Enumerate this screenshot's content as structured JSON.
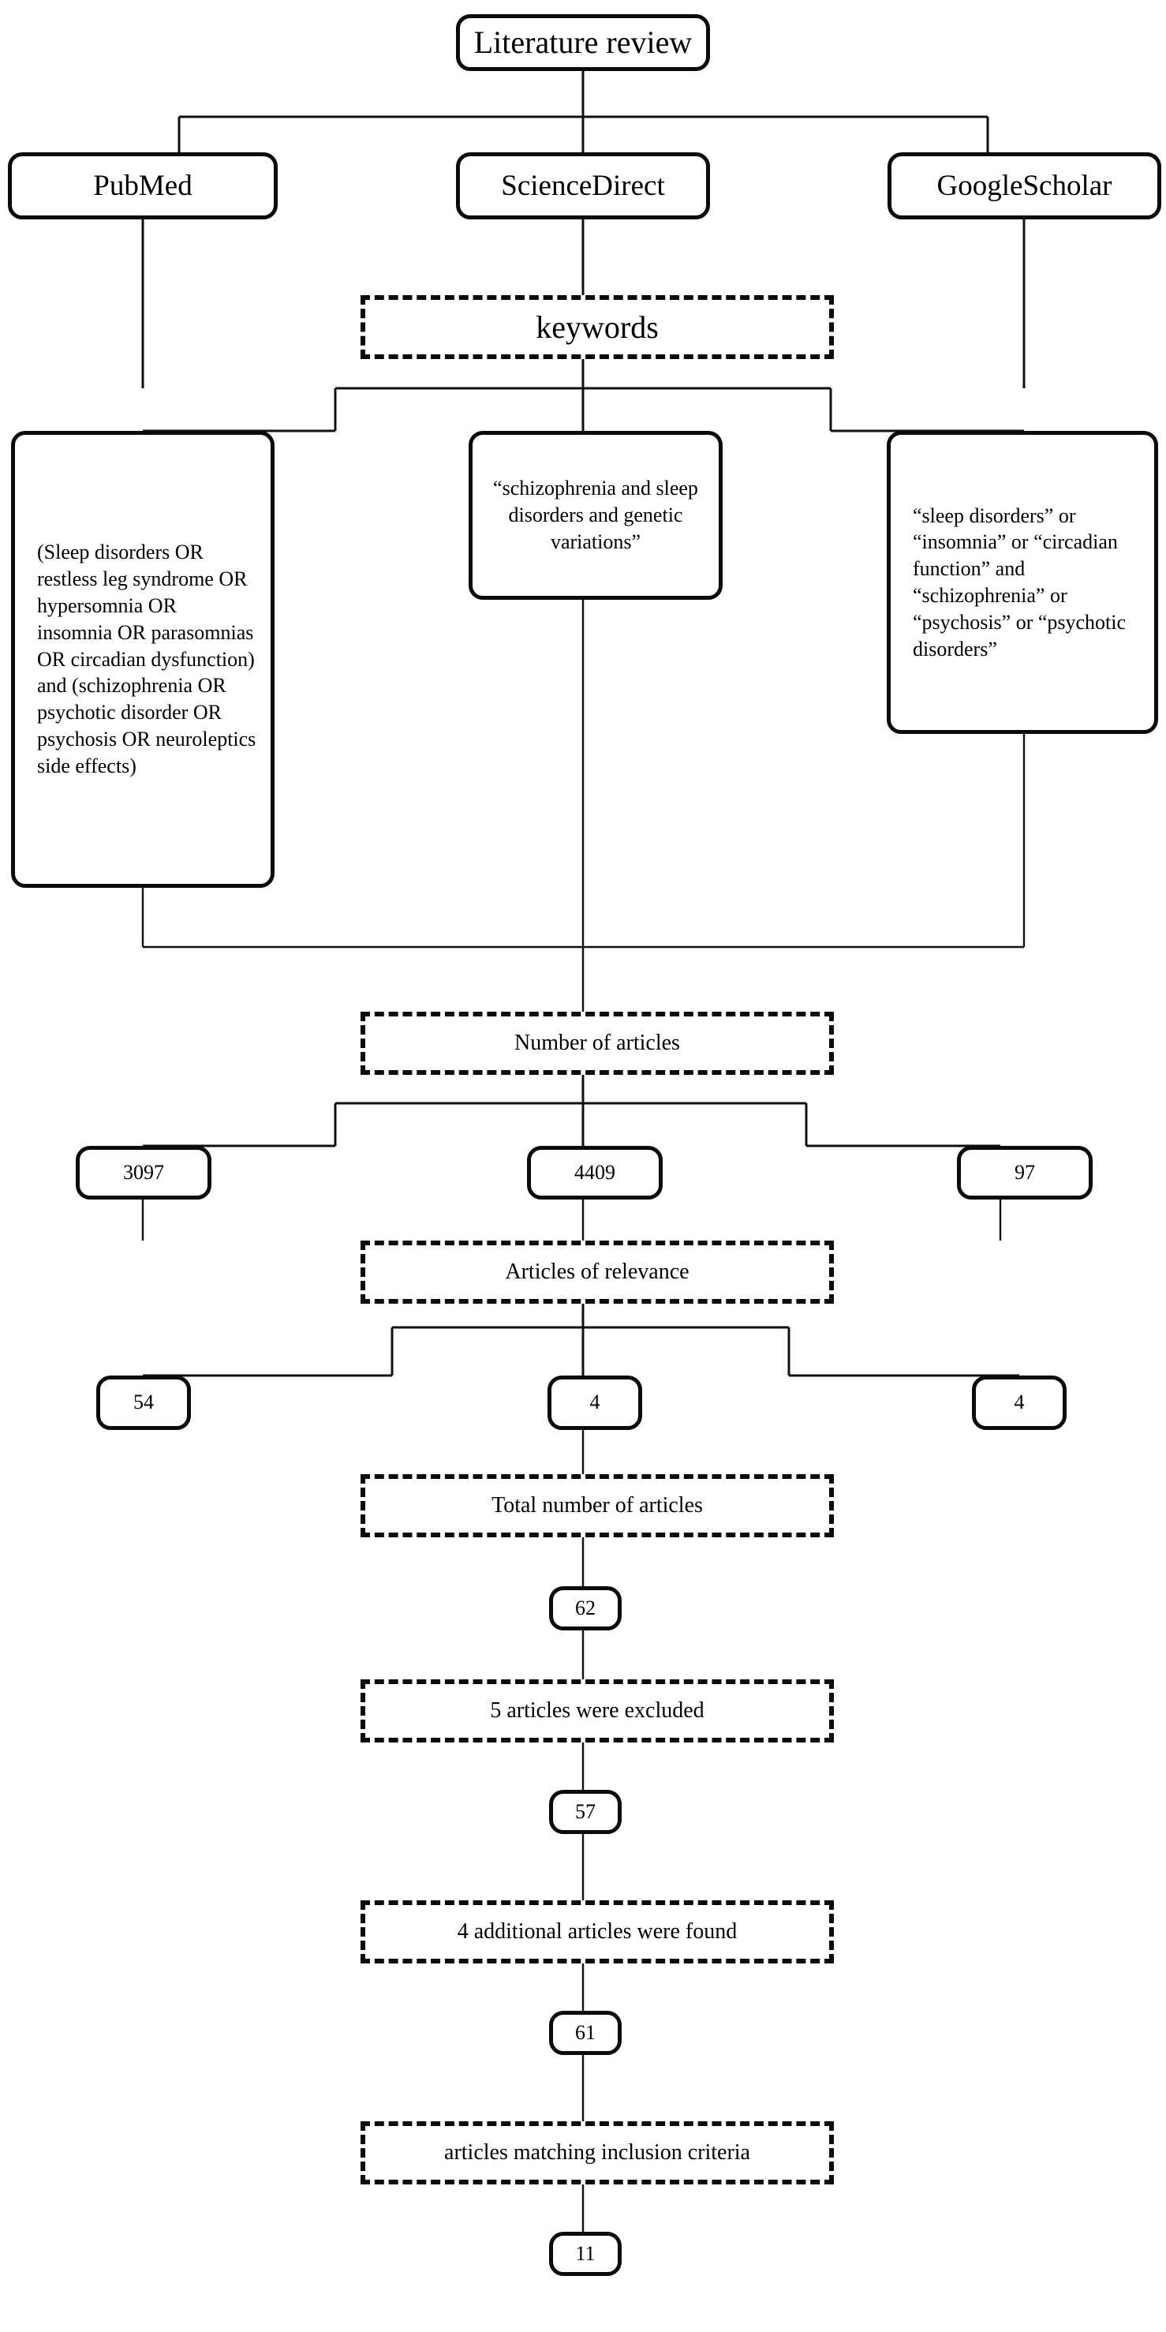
{
  "diagram": {
    "type": "flowchart",
    "title_node": {
      "label": "Literature review"
    },
    "sources": [
      {
        "name": "pubmed",
        "label": "PubMed"
      },
      {
        "name": "sciencedirect",
        "label": "ScienceDirect"
      },
      {
        "name": "googlescholar",
        "label": "GoogleScholar"
      }
    ],
    "stages": {
      "keywords": "keywords",
      "number_of_articles": "Number of articles",
      "articles_of_relevance": "Articles of relevance",
      "total_number_of_articles": "Total number of articles",
      "excluded": "5 articles were excluded",
      "additional_found": "4 additional articles were found",
      "inclusion_criteria": "articles matching inclusion criteria"
    },
    "queries": {
      "pubmed": "(Sleep disorders OR restless leg syndrome OR hypersomnia OR insomnia OR parasomnias OR circadian dysfunction) and (schizophrenia OR psychotic disorder OR psychosis OR neuroleptics side effects)",
      "sciencedirect": "“schizophrenia and sleep disorders and genetic variations”",
      "googlescholar": "“sleep disorders” or “insomnia” or “circadian function” and “schizophrenia” or “psychosis” or “psychotic disorders”"
    },
    "counts": {
      "pubmed_total": "3097",
      "sciencedirect_total": "4409",
      "googlescholar_total": "97",
      "pubmed_relevant": "54",
      "sciencedirect_relevant": "4",
      "googlescholar_relevant": "4",
      "total_articles": "62",
      "after_exclusion": "57",
      "after_addition": "61",
      "final_included": "11"
    },
    "colors": {
      "stroke": "#0b0b0b",
      "background": "#ffffff",
      "text": "#000000"
    }
  }
}
